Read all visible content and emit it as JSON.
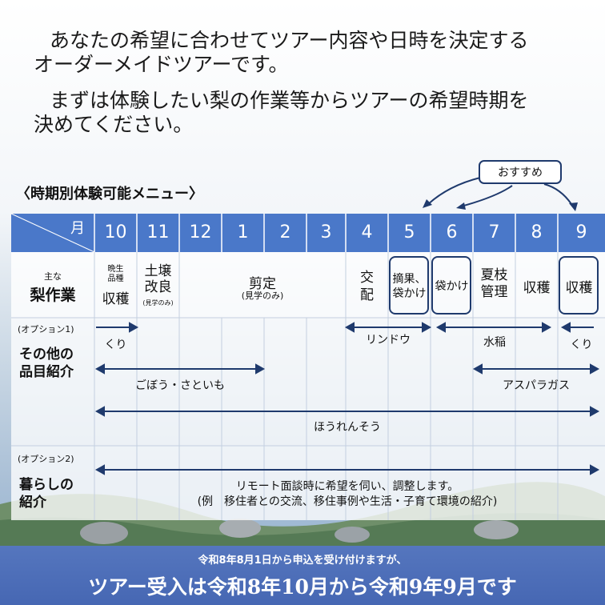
{
  "intro": {
    "line1": "あなたの希望に合わせてツアー内容や日時を決定する",
    "line2": "オーダーメイドツアーです。",
    "line3": "まずは体験したい梨の作業等からツアーの希望時期を",
    "line4": "決めてください。"
  },
  "section_title": "〈時期別体験可能メニュー〉",
  "recommend_badge": "おすすめ",
  "table": {
    "month_header": "月",
    "months": [
      "10",
      "11",
      "12",
      "1",
      "2",
      "3",
      "4",
      "5",
      "6",
      "7",
      "8",
      "9"
    ],
    "row1": {
      "label_small": "主な",
      "label_big": "梨作業",
      "oct_small": "晩生\n品種",
      "oct_main": "収穫",
      "nov_main": "土壌\n改良",
      "nov_small": "(見学のみ)",
      "pruning_main": "剪定",
      "pruning_small": "(見学のみ)",
      "apr_main": "交\n配",
      "may_main": "摘果、\n袋かけ",
      "jun_main": "袋かけ",
      "jul_main": "夏枝\n管理",
      "aug_main": "収穫",
      "sep_main": "収穫"
    },
    "row2": {
      "option": "(オプション1)",
      "label": "その他の\n品目紹介",
      "items": {
        "kuri1": "くり",
        "rindou": "リンドウ",
        "suitou": "水稲",
        "kuri2": "くり",
        "gobou": "ごぼう・さといも",
        "asparagus": "アスパラガス",
        "spinach": "ほうれんそう"
      }
    },
    "row3": {
      "option": "(オプション2)",
      "label": "暮らしの\n紹介",
      "text1": "リモート面談時に希望を伺い、調整します。",
      "text2": "(例　移住者との交流、移住事例や生活・子育て環境の紹介)"
    }
  },
  "footer": {
    "small": "令和8年8月1日から申込を受け付けますが、",
    "big": "ツアー受入は令和8年10月から令和9年9月です"
  },
  "colors": {
    "header_blue": "#4a78c9",
    "navy": "#1f3a6d",
    "footer_blue": "#3f64b4"
  }
}
